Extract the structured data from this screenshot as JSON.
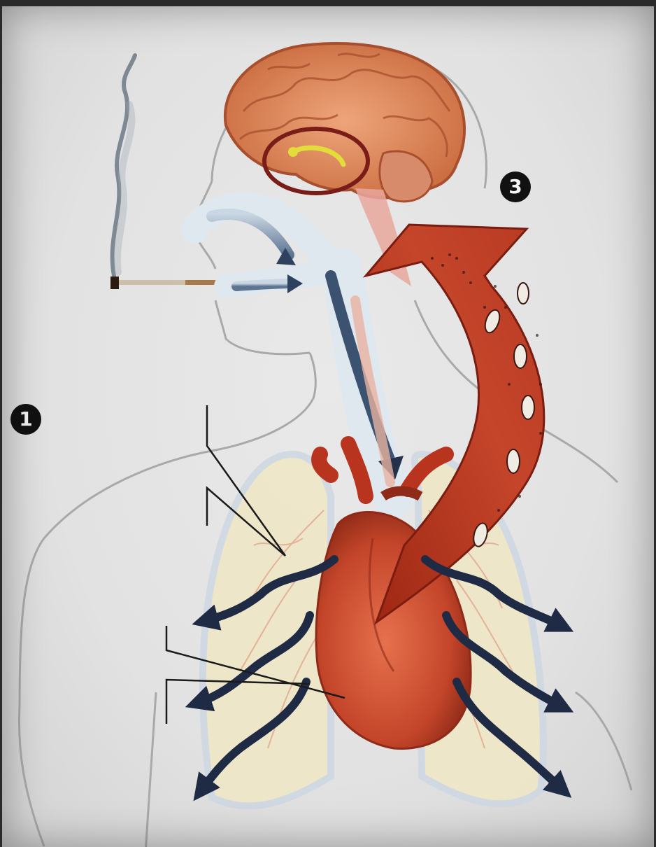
{
  "diagram": {
    "markers": [
      {
        "id": "marker-1",
        "label": "1"
      },
      {
        "id": "marker-3",
        "label": "3"
      }
    ],
    "colors": {
      "background": "#e4e4e4",
      "outline": "#a9a9a9",
      "brain": "#d9885a",
      "brain_dark": "#a84f2e",
      "heart": "#c4452a",
      "heart_dark": "#8e2a17",
      "big_arrow": "#b8341f",
      "flow_arrow": "#1f2b44",
      "airway": "#dfe7ef",
      "lung": "#efe7c6",
      "pathway": "#e2dd3a"
    },
    "icons": [
      "cigarette-icon",
      "smoke-icon",
      "heart-icon",
      "brain-icon",
      "lungs-icon"
    ]
  }
}
